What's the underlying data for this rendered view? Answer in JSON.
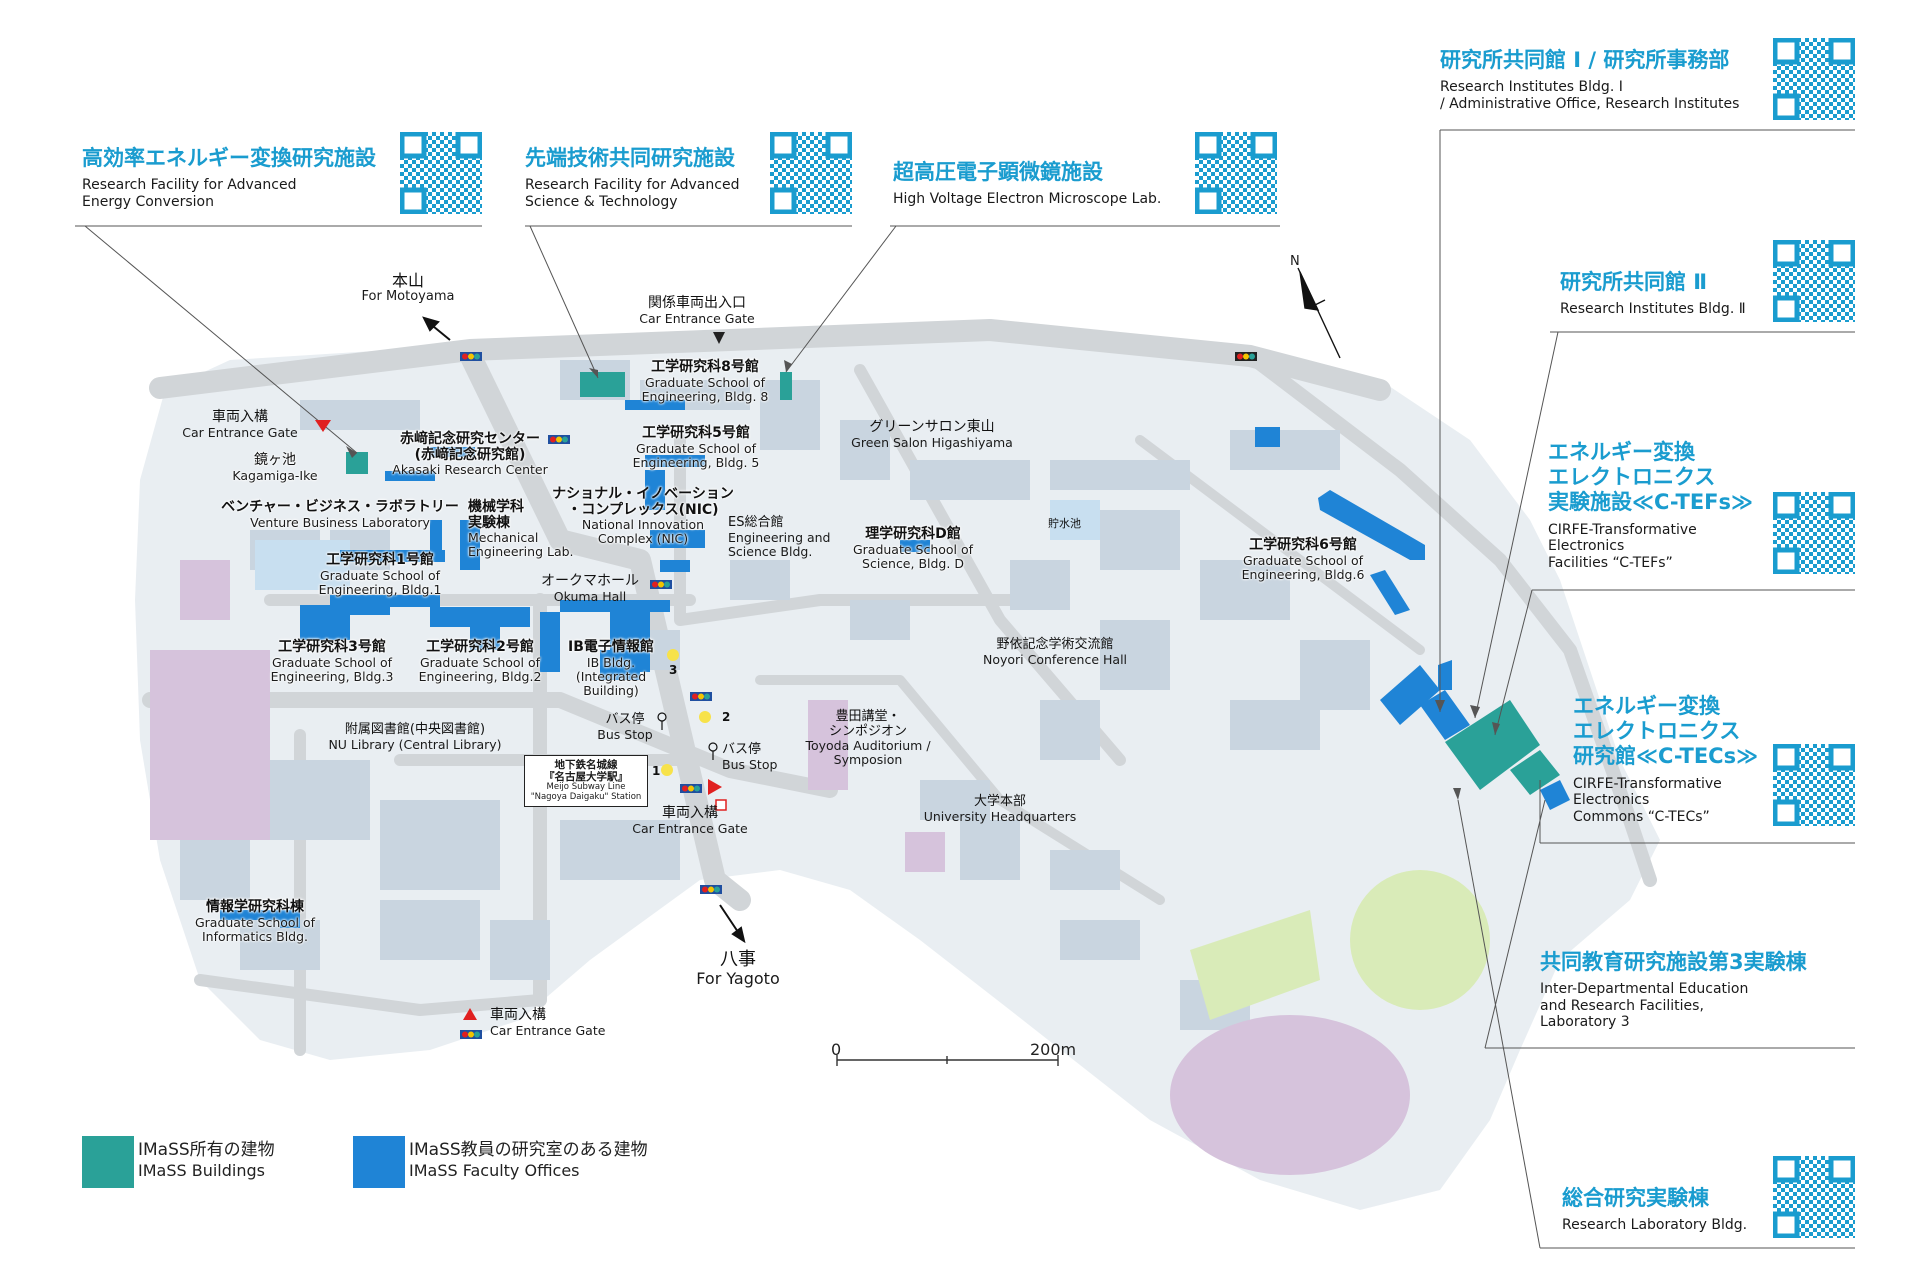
{
  "colors": {
    "imass_building": "#2aa198",
    "imass_faculty": "#1f84d6",
    "accent_text": "#1a9ccf",
    "ground": "#e9eef2",
    "road": "#d1d5d8",
    "other_building": "#c9d5e0",
    "purple_area": "#d6c3dc",
    "green_field": "#d9ebb8"
  },
  "callouts": {
    "high_eff": {
      "ja": "高効率エネルギー変換研究施設",
      "en": "Research Facility for Advanced\nEnergy Conversion"
    },
    "advanced": {
      "ja": "先端技術共同研究施設",
      "en": "Research Facility for Advanced\nScience & Technology"
    },
    "hvem": {
      "ja": "超高圧電子顕微鏡施設",
      "en": "High Voltage Electron Microscope Lab."
    },
    "ri_bldg1": {
      "ja": "研究所共同館 Ⅰ / 研究所事務部",
      "en": "Research Institutes Bldg. Ⅰ\n/ Administrative Office, Research Institutes"
    },
    "ri_bldg2": {
      "ja": "研究所共同館 Ⅱ",
      "en": "Research Institutes Bldg. Ⅱ"
    },
    "ctefs": {
      "ja": "エネルギー変換\nエレクトロニクス\n実験施設≪C-TEFs≫",
      "en": "CIRFE-Transformative\nElectronics\nFacilities “C-TEFs”"
    },
    "ctecs": {
      "ja": "エネルギー変換\nエレクトロニクス\n研究館≪C-TECs≫",
      "en": "CIRFE-Transformative\nElectronics\nCommons “C-TECs”"
    },
    "lab3": {
      "ja": "共同教育研究施設第3実験棟",
      "en": "Inter-Departmental Education\nand Research Facilities,\nLaboratory 3"
    },
    "research_lab": {
      "ja": "総合研究実験棟",
      "en": "Research Laboratory Bldg."
    }
  },
  "labels": {
    "motoyama": {
      "ja": "本山",
      "en": "For Motoyama"
    },
    "yagoto": {
      "ja": "八事",
      "en": "For Yagoto"
    },
    "car_gate_top": {
      "ja": "関係車両出入口",
      "en": "Car Entrance Gate"
    },
    "car_gate_nw": {
      "ja": "車両入構",
      "en": "Car Entrance Gate"
    },
    "car_gate_center": {
      "ja": "車両入構",
      "en": "Car Entrance Gate"
    },
    "car_gate_south": {
      "ja": "車両入構",
      "en": "Car Entrance Gate"
    },
    "kagamiga": {
      "ja": "鏡ヶ池",
      "en": "Kagamiga-Ike"
    },
    "eng8": {
      "ja": "工学研究科8号館",
      "en": "Graduate School of\nEngineering, Bldg. 8"
    },
    "akasaki": {
      "ja": "赤﨑記念研究センター\n(赤﨑記念研究館)",
      "en": "Akasaki Research Center"
    },
    "eng5": {
      "ja": "工学研究科5号館",
      "en": "Graduate School of\nEngineering, Bldg. 5"
    },
    "green_salon": {
      "ja": "グリーンサロン東山",
      "en": "Green Salon Higashiyama"
    },
    "venture": {
      "ja": "ベンチャー・ビジネス・ラボラトリー",
      "en": "Venture Business Laboratory"
    },
    "mech_lab": {
      "ja": "機械学科\n実験棟",
      "en": "Mechanical\nEngineering Lab."
    },
    "nic": {
      "ja": "ナショナル・イノベーション\n・コンプレックス(NIC)",
      "en": "National Innovation\nComplex (NIC)"
    },
    "es": {
      "ja": "ES総合館",
      "en": "Engineering and\nScience Bldg."
    },
    "sci_d": {
      "ja": "理学研究科D館",
      "en": "Graduate School of\nScience, Bldg. D"
    },
    "reservoir": {
      "ja": "貯水池",
      "en": ""
    },
    "eng6": {
      "ja": "工学研究科6号館",
      "en": "Graduate School of\nEngineering, Bldg.6"
    },
    "eng1": {
      "ja": "工学研究科1号館",
      "en": "Graduate School of\nEngineering, Bldg.1"
    },
    "okuma": {
      "ja": "オークマホール",
      "en": "Okuma Hall"
    },
    "eng3": {
      "ja": "工学研究科3号館",
      "en": "Graduate School of\nEngineering, Bldg.3"
    },
    "eng2": {
      "ja": "工学研究科2号館",
      "en": "Graduate School of\nEngineering, Bldg.2"
    },
    "ib": {
      "ja": "IB電子情報館",
      "en": "IB Bldg.\n(Integrated\nBuilding)"
    },
    "noyori": {
      "ja": "野依記念学術交流館",
      "en": "Noyori Conference Hall"
    },
    "library": {
      "ja": "附属図書館(中央図書館)",
      "en": "NU Library (Central Library)"
    },
    "bus_stop_1": {
      "ja": "バス停",
      "en": "Bus Stop"
    },
    "bus_stop_2": {
      "ja": "バス停",
      "en": "Bus Stop"
    },
    "toyoda": {
      "ja": "豊田講堂・\nシンポジオン",
      "en": "Toyoda Auditorium /\nSymposion"
    },
    "hq": {
      "ja": "大学本部",
      "en": "University Headquarters"
    },
    "informatics": {
      "ja": "情報学研究科棟",
      "en": "Graduate School of\nInformatics Bldg."
    },
    "station": {
      "ja": "地下鉄名城線\n『名古屋大学駅』",
      "en": "Meijo Subway Line\n\"Nagoya Daigaku\" Station"
    }
  },
  "bus_numbers": [
    "1",
    "2",
    "3"
  ],
  "north_label": "N",
  "scale": {
    "start": "0",
    "end": "200m"
  },
  "legend": [
    {
      "ja": "IMaSS所有の建物",
      "en": "IMaSS Buildings",
      "color": "#2aa198"
    },
    {
      "ja": "IMaSS教員の研究室のある建物",
      "en": "IMaSS Faculty Offices",
      "color": "#1f84d6"
    }
  ]
}
